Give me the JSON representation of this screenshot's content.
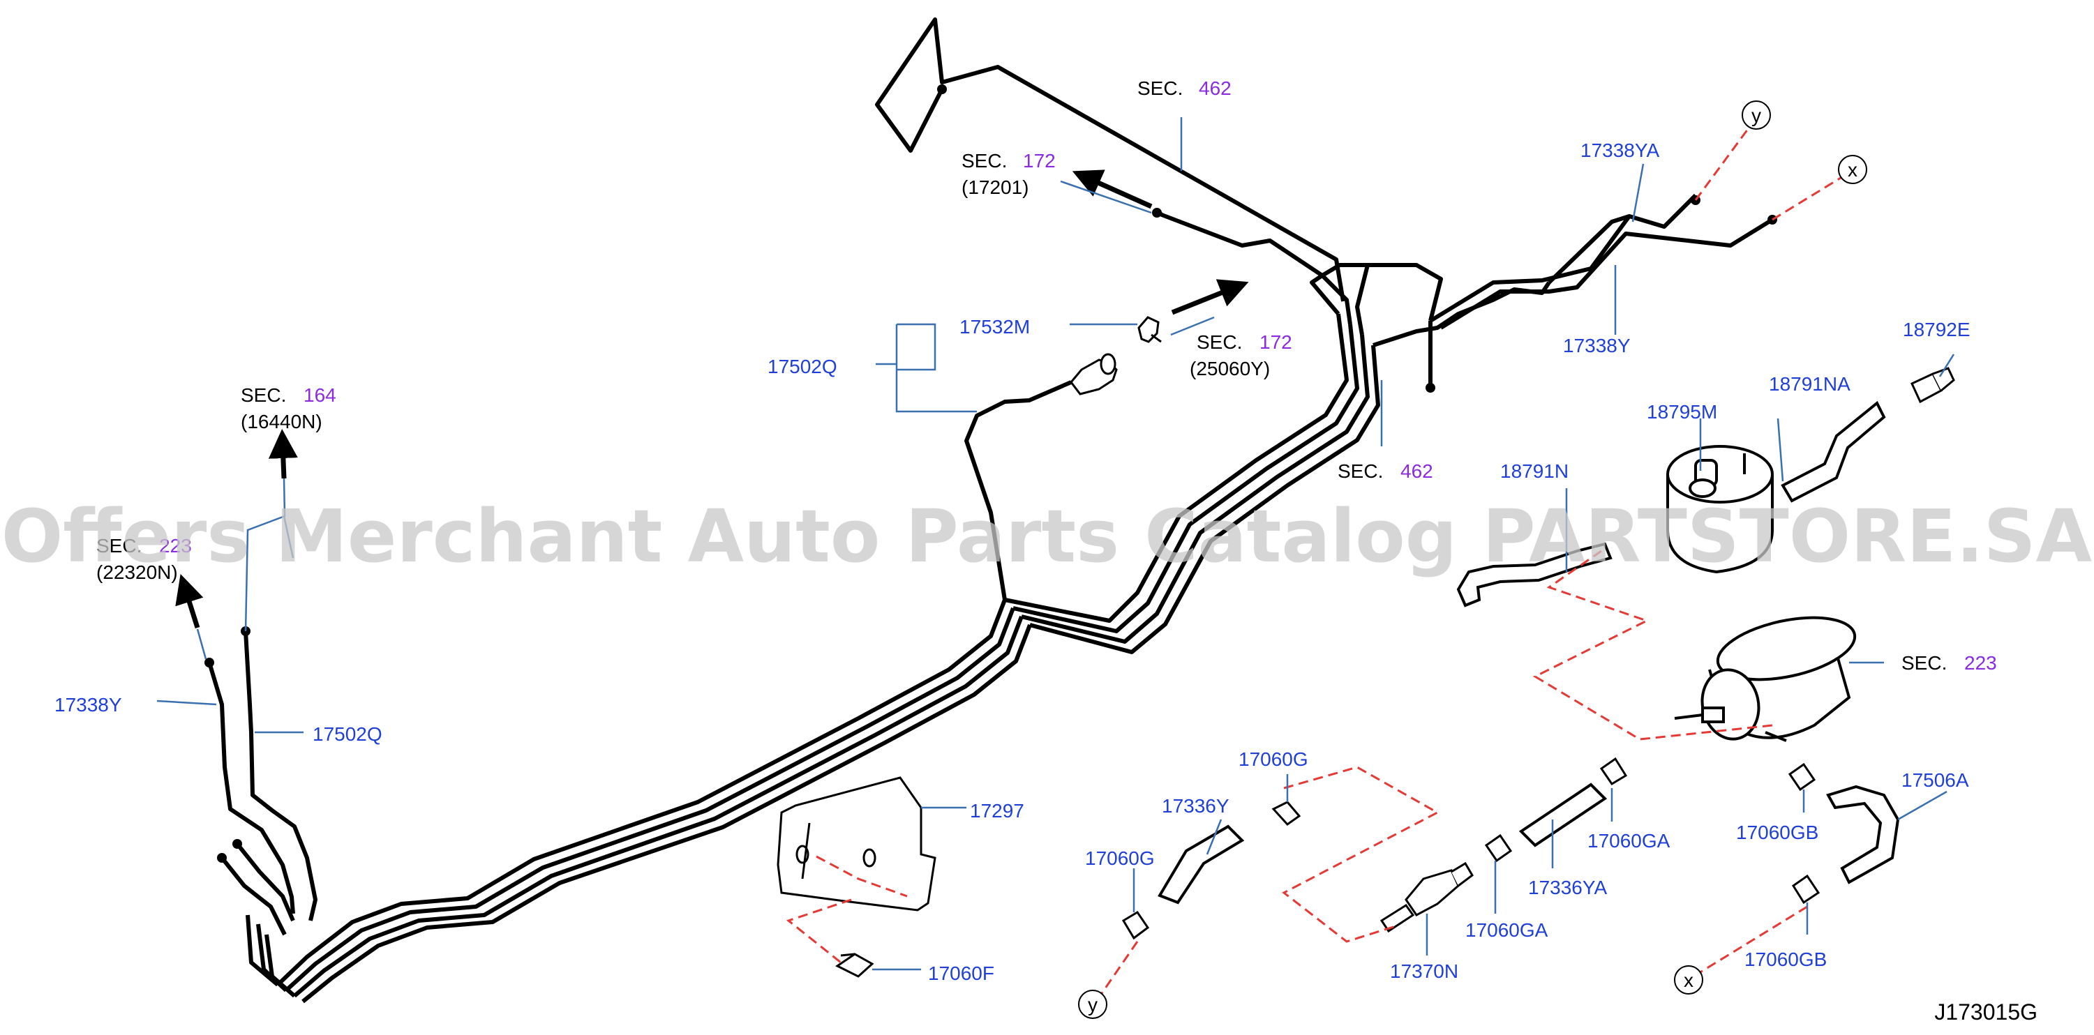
{
  "colors": {
    "line": "#000000",
    "part_label": "#1f3fd8",
    "sec_number": "#8a2be2",
    "leader": "#3a6fb0",
    "dashed": "#e53935",
    "watermark": "#c8c8c8"
  },
  "watermark": "Offers Merchant Auto Parts Catalog PARTSTORE.SA",
  "diagram_id": "J173015G",
  "sec_refs": [
    {
      "prefix": "SEC.",
      "number": "462",
      "sub": ""
    },
    {
      "prefix": "SEC.",
      "number": "172",
      "sub": "(17201)"
    },
    {
      "prefix": "SEC.",
      "number": "172",
      "sub": "(25060Y)"
    },
    {
      "prefix": "SEC.",
      "number": "462",
      "sub": ""
    },
    {
      "prefix": "SEC.",
      "number": "164",
      "sub": "(16440N)"
    },
    {
      "prefix": "SEC.",
      "number": "223",
      "sub": "(22320N)"
    },
    {
      "prefix": "SEC.",
      "number": "223",
      "sub": ""
    }
  ],
  "parts": [
    "17338YA",
    "17338Y",
    "17532M",
    "17502Q",
    "18792E",
    "18791NA",
    "18795M",
    "18791N",
    "17338Y",
    "17502Q",
    "17297",
    "17060G",
    "17336Y",
    "17060G",
    "17060GA",
    "17336YA",
    "17060GB",
    "17506A",
    "17060F",
    "17370N",
    "17060GA",
    "17060GB"
  ],
  "callouts": [
    "y",
    "x",
    "y",
    "x"
  ]
}
